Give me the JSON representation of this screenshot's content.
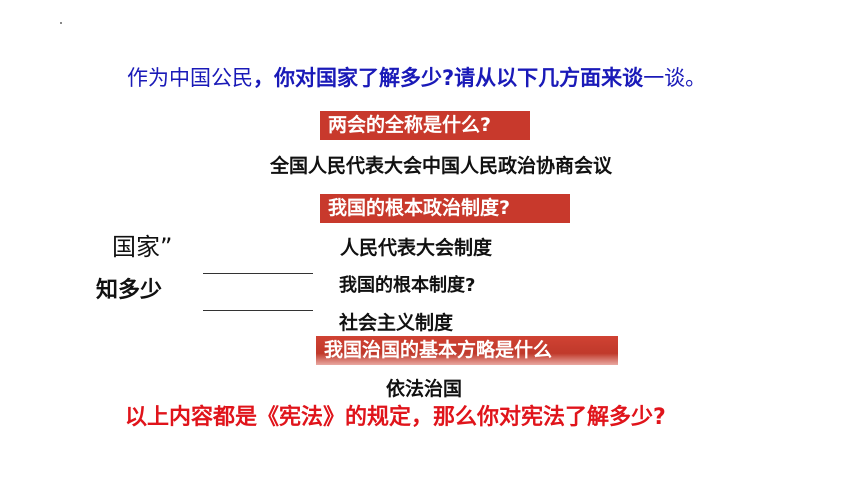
{
  "intro": {
    "prefix": "作为中国公民",
    "emphasis": "，你对国家了解多少?请从以下几方面来谈",
    "suffix": "一谈。"
  },
  "questions": {
    "q1": "两会的全称是什么?",
    "q2": "我国的根本政治制度?",
    "q3": "我国的根本制度?",
    "q4": "我国治国的基本方略是什么"
  },
  "answers": {
    "a1": "全国人民代表大会中国人民政治协商会议",
    "a2": "人民代表大会制度",
    "a3": "社会主义制度",
    "a4": "依法治国"
  },
  "side": {
    "line1": "国家”",
    "line2": "知多少"
  },
  "closing": "以上内容都是《宪法》的规定，那么你对宪法了解多少?",
  "colors": {
    "intro_blue": "#1a1ab8",
    "box_red": "#c8392c",
    "closing_red": "#e0141b"
  }
}
